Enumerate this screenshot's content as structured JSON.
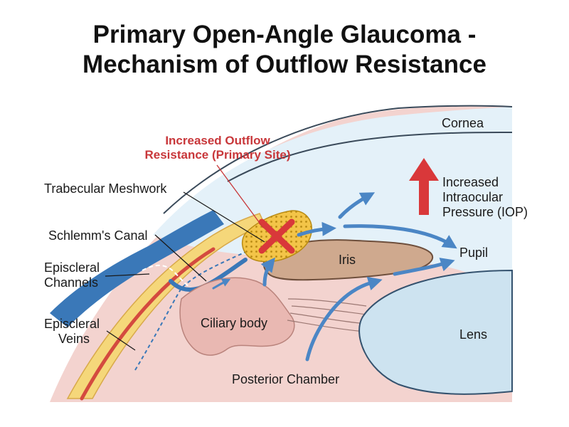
{
  "title": {
    "line1": "Primary Open-Angle Glaucoma -",
    "line2": "Mechanism of Outflow Resistance"
  },
  "labels": {
    "cornea": "Cornea",
    "resistance_line1": "Increased Outflow",
    "resistance_line2": "Resistance (Primary Site)",
    "trabecular": "Trabecular Meshwork",
    "schlemm": "Schlemm's Canal",
    "episcleral_channels_line1": "Episcleral",
    "episcleral_channels_line2": "Channels",
    "episcleral_veins_line1": "Episcleral",
    "episcleral_veins_line2": "Veins",
    "iop_line1": "Increased",
    "iop_line2": "Intraocular",
    "iop_line3": "Pressure (IOP)",
    "pupil": "Pupil",
    "iris": "Iris",
    "ciliary": "Ciliary body",
    "lens": "Lens",
    "posterior": "Posterior Chamber"
  },
  "colors": {
    "cornea_fill": "#e4f1f9",
    "lens_fill": "#cde3f0",
    "tissue_fill": "#f3d3cf",
    "ciliary_fill": "#e9b8b2",
    "iris_fill": "#cfa98e",
    "sclera_yellow": "#f5d77a",
    "meshwork_fill": "#f3c448",
    "vein_red": "#d44a3f",
    "channel_blue": "#3a78b8",
    "flow_arrow": "#4b86c5",
    "block_red": "#d9383a"
  }
}
